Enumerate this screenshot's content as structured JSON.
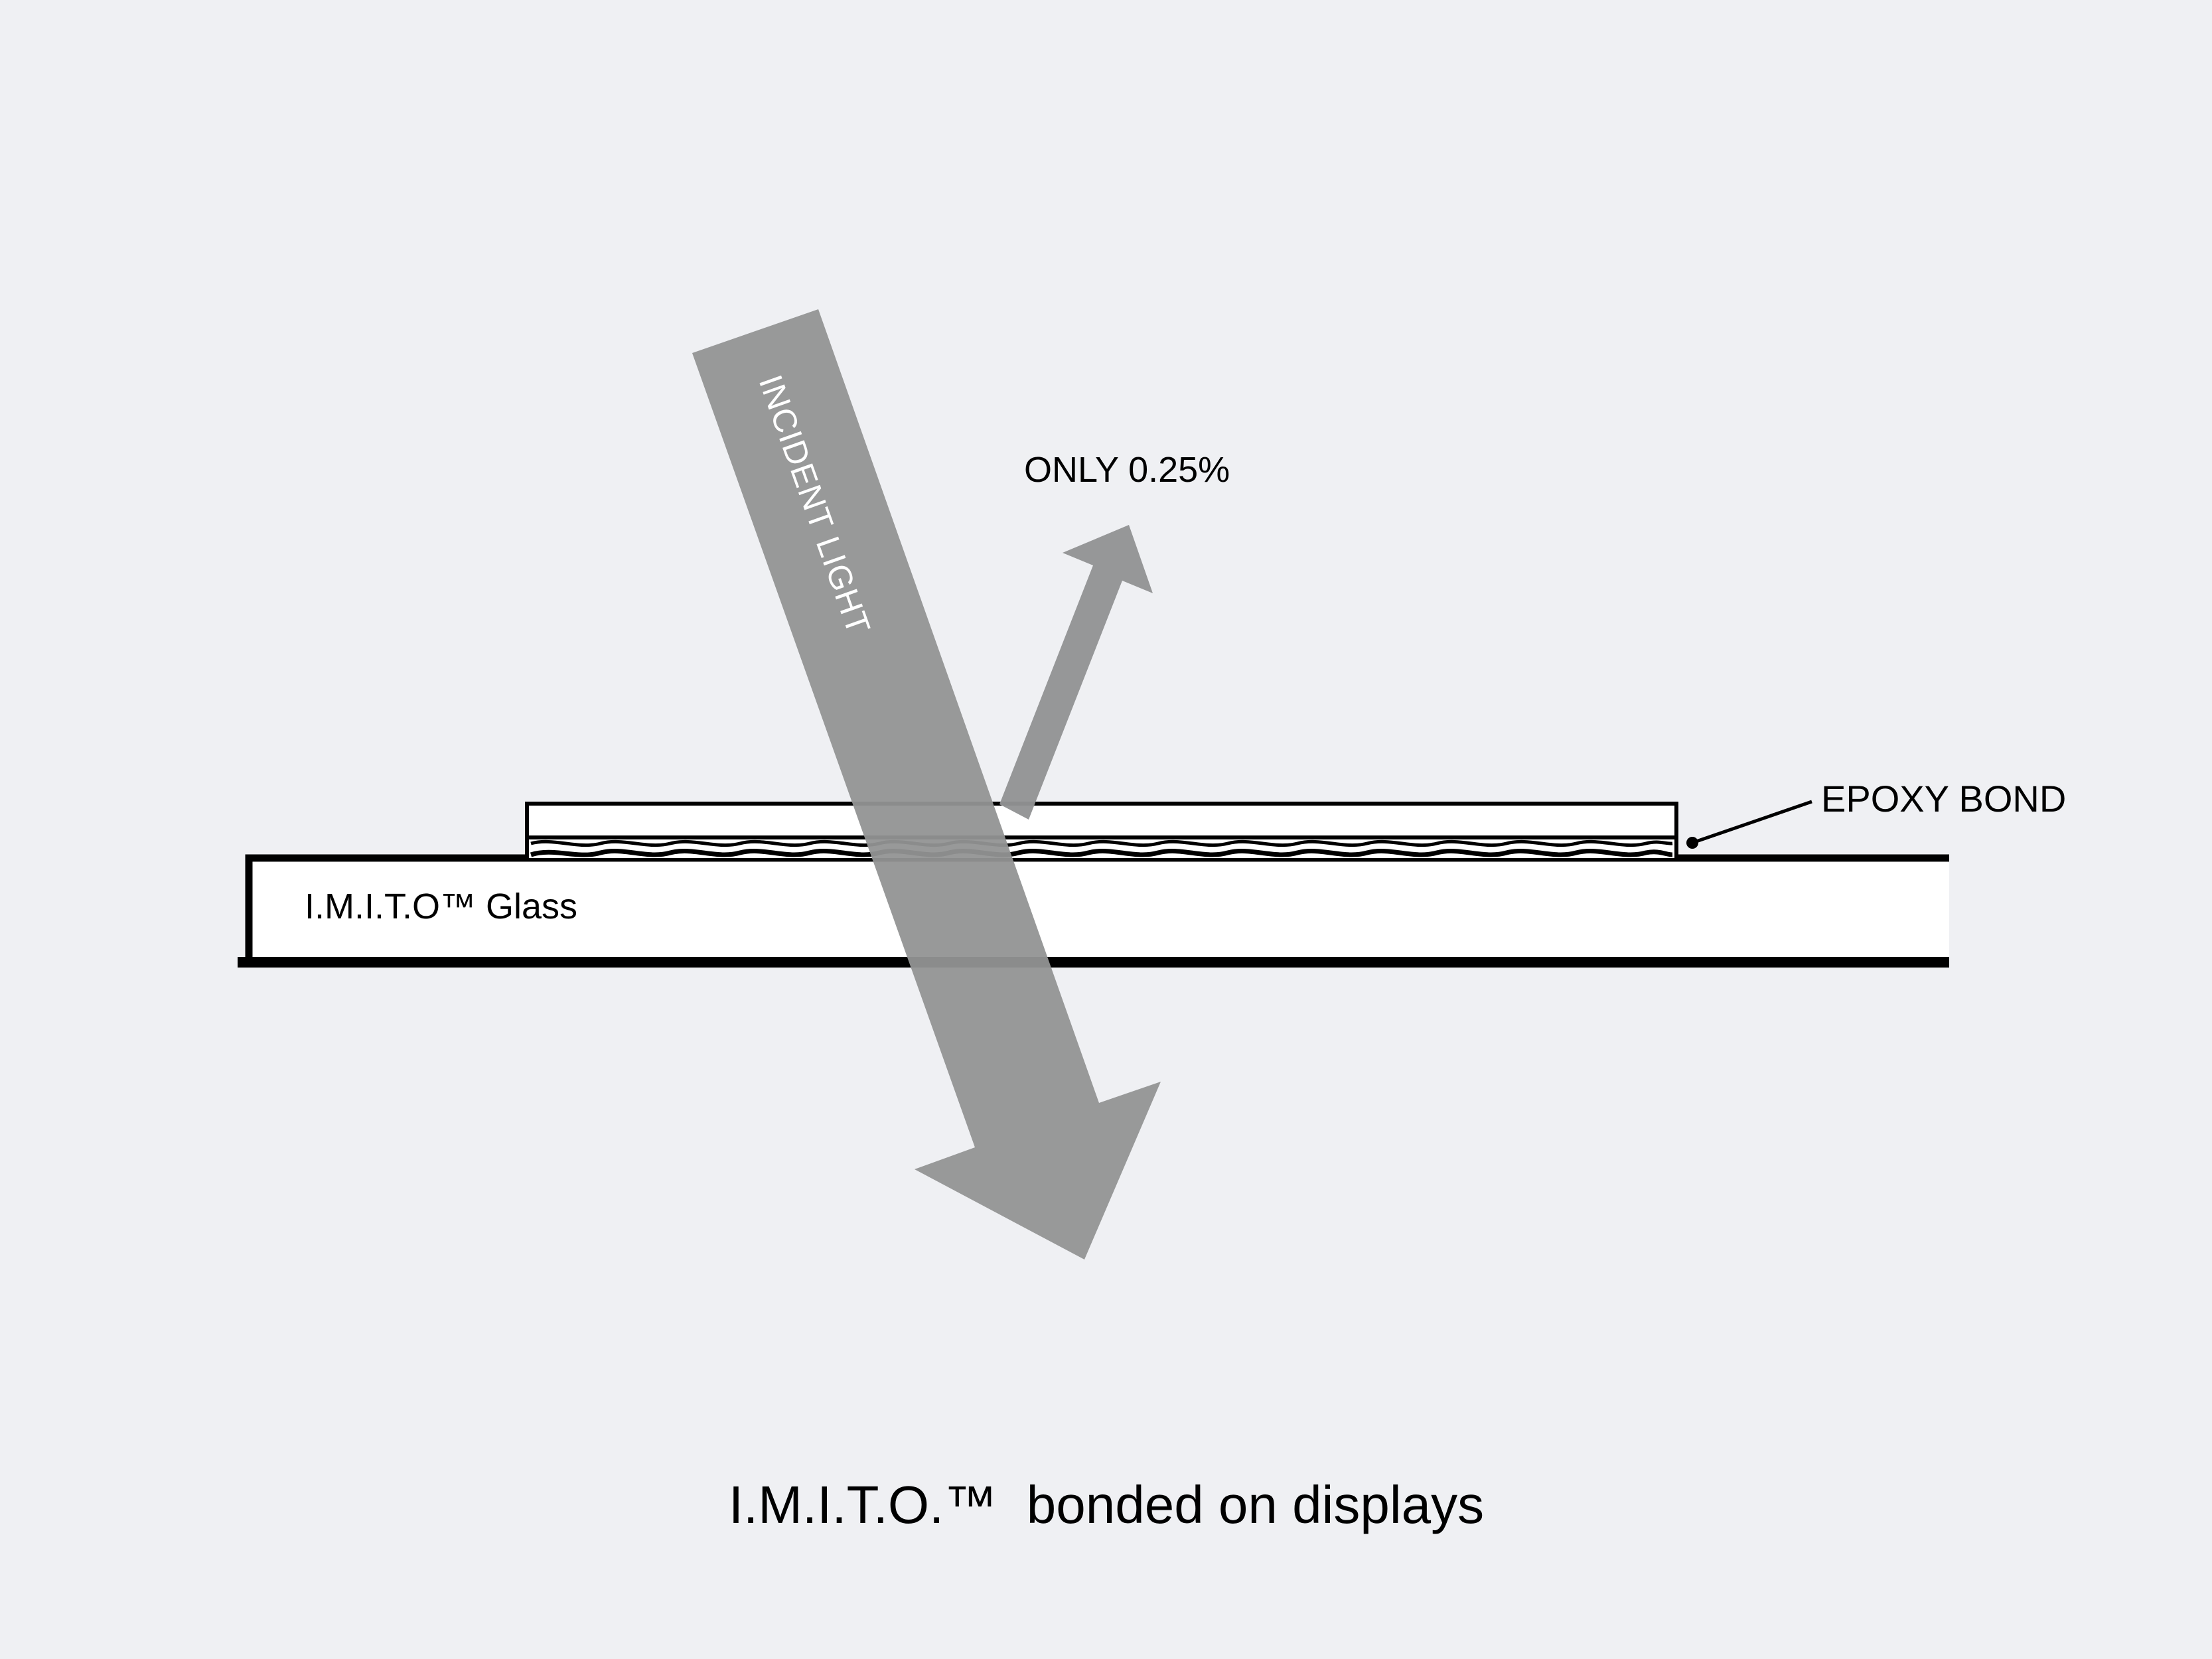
{
  "diagram": {
    "incident_label": "INCIDENT LIGHT",
    "reflected_label": "ONLY 0.25%",
    "epoxy_label": "EPOXY BOND",
    "glass_label": "I.M.I.T.O™ Glass",
    "caption": "I.M.I.T.O.™  bonded on displays"
  },
  "colors": {
    "background": "#eff0f3",
    "arrow": "#929394",
    "stroke": "#000000",
    "layer_fill": "#ffffff",
    "label_on_arrow": "#ffffff"
  }
}
